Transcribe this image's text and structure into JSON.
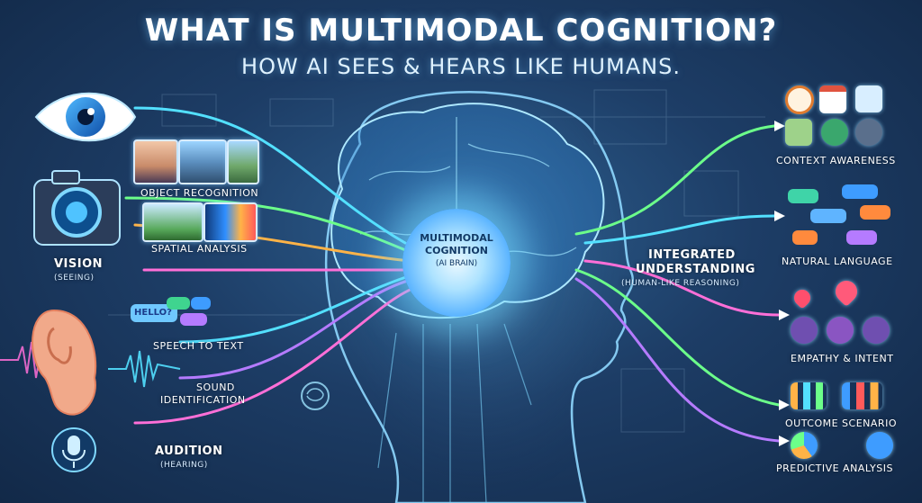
{
  "header": {
    "title": "WHAT IS MULTIMODAL COGNITION?",
    "subtitle": "HOW AI SEES & HEARS LIKE HUMANS."
  },
  "inputs": {
    "vision": {
      "label": "VISION",
      "sub": "(SEEING)"
    },
    "audition": {
      "label": "AUDITION",
      "sub": "(HEARING)"
    },
    "object_recognition": "OBJECT RECOGNITION",
    "spatial_analysis": "SPATIAL ANALYSIS",
    "speech_to_text": "SPEECH TO TEXT",
    "sound_identification_1": "SOUND",
    "sound_identification_2": "IDENTIFICATION",
    "bubble_hello": "HELLO?"
  },
  "center": {
    "line1": "MULTIMODAL",
    "line2": "COGNITION",
    "line3": "(AI BRAIN)"
  },
  "integrated": {
    "line1": "INTEGRATED",
    "line2": "UNDERSTANDING",
    "line3": "(HUMAN-LIKE REASONING)"
  },
  "outputs": {
    "context_awareness": "CONTEXT AWARENESS",
    "natural_language": "NATURAL LANGUAGE",
    "empathy_intent": "EMPATHY & INTENT",
    "outcome_scenario": "OUTCOME SCENARIO",
    "predictive_analysis": "PREDICTIVE ANALYSIS"
  },
  "icons": [
    "eye-icon",
    "camera-icon",
    "ear-icon",
    "microphone-icon",
    "clock-icon",
    "calendar-icon",
    "chart-icon",
    "map-icon",
    "globe-icon",
    "gear-icon",
    "chat-bubble-icon",
    "heart-icon",
    "person-icon",
    "bar-chart-icon",
    "pie-chart-icon"
  ],
  "colors": {
    "background": "#1d3d66",
    "glow": "#7fd8ff",
    "stream_green": "#6cff8a",
    "stream_orange": "#ffb347",
    "stream_pink": "#ff6fd8",
    "stream_purple": "#b57bff",
    "stream_cyan": "#53e0ff"
  }
}
